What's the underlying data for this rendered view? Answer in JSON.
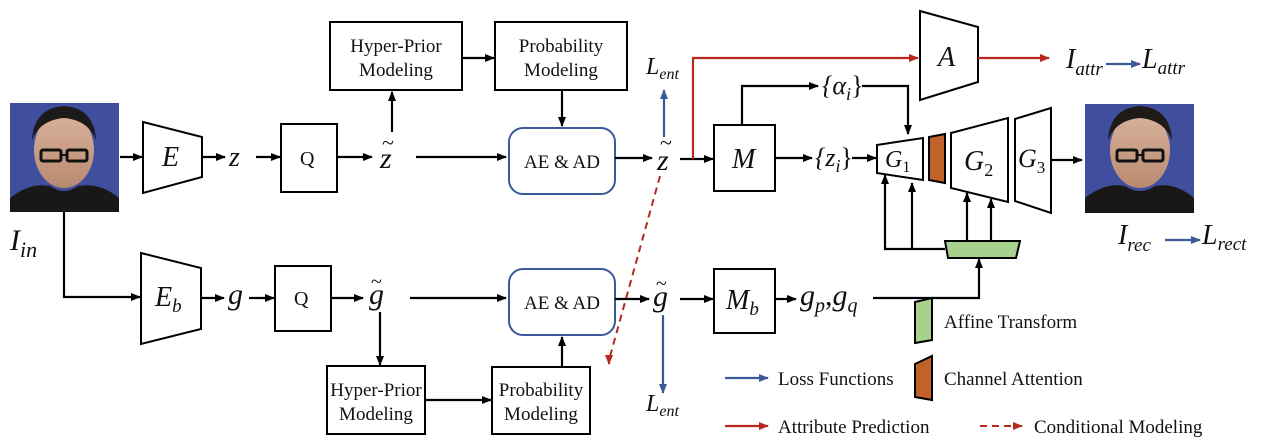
{
  "modules": {
    "encoder": "E",
    "encoder_b": "E",
    "encoder_b_sub": "b",
    "quantizer_top": "Q",
    "quantizer_bottom": "Q",
    "hyper_prior_top": [
      "Hyper-Prior",
      "Modeling"
    ],
    "probability_top": [
      "Probability",
      "Modeling"
    ],
    "hyper_prior_bottom": [
      "Hyper-Prior",
      "Modeling"
    ],
    "probability_bottom": [
      "Probability",
      "Modeling"
    ],
    "ae_ad_top": "AE & AD",
    "ae_ad_bottom": "AE & AD",
    "mapping": "M",
    "mapping_b": "M",
    "mapping_b_sub": "b",
    "attribute": "A",
    "g1": "G",
    "g1_sub": "1",
    "g2": "G",
    "g2_sub": "2",
    "g3": "G",
    "g3_sub": "3"
  },
  "variables": {
    "z": "z",
    "z_tilde": "z",
    "g": "g",
    "g_tilde": "g",
    "alpha_set": "{α",
    "alpha_sub": "i",
    "z_set": "{z",
    "z_sub": "i",
    "close_brace": "}",
    "gp_gq": "g",
    "gp_sub": "p",
    "gq_sub": "q",
    "I_in": "I",
    "I_in_sub": "in",
    "I_rec": "I",
    "I_rec_sub": "rec",
    "I_attr": "I",
    "I_attr_sub": "attr",
    "L_attr": "L",
    "L_attr_sub": "attr",
    "L_rect": "L",
    "L_rect_sub": "rect",
    "L_ent_top": "L",
    "L_ent_bottom": "L",
    "L_ent_sub": "ent",
    "tilde": "~"
  },
  "legend": {
    "affine": "Affine Transform",
    "channel": "Channel Attention",
    "loss": "Loss Functions",
    "attribute": "Attribute Prediction",
    "conditional": "Conditional Modeling"
  },
  "colors": {
    "loss_arrow": "#3b5a9a",
    "attribute_arrow": "#b8281e",
    "affine_fill": "#a9d18e",
    "channel_fill": "#c0622a",
    "ae_ad_border": "#3b5a9a"
  },
  "images": {
    "input_face": "input-face-photo",
    "reconstructed_face": "reconstructed-face-photo"
  }
}
